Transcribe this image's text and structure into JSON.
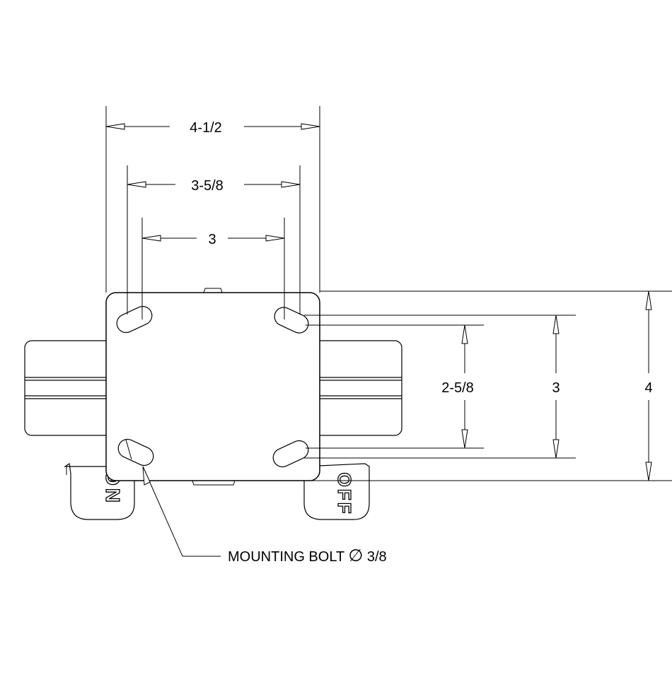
{
  "dimensions": {
    "overall_width": "4-1/2",
    "bolt_spacing_outer": "3-5/8",
    "bolt_spacing_inner": "3",
    "slot_spacing_inner_v": "2-5/8",
    "slot_spacing_outer_v": "3",
    "overall_height": "4"
  },
  "callout": {
    "text_before": "MOUNTING BOLT",
    "diameter_symbol": "∅",
    "text_after": "3/8"
  },
  "brake_labels": {
    "left": "ON",
    "right": "OFF"
  }
}
